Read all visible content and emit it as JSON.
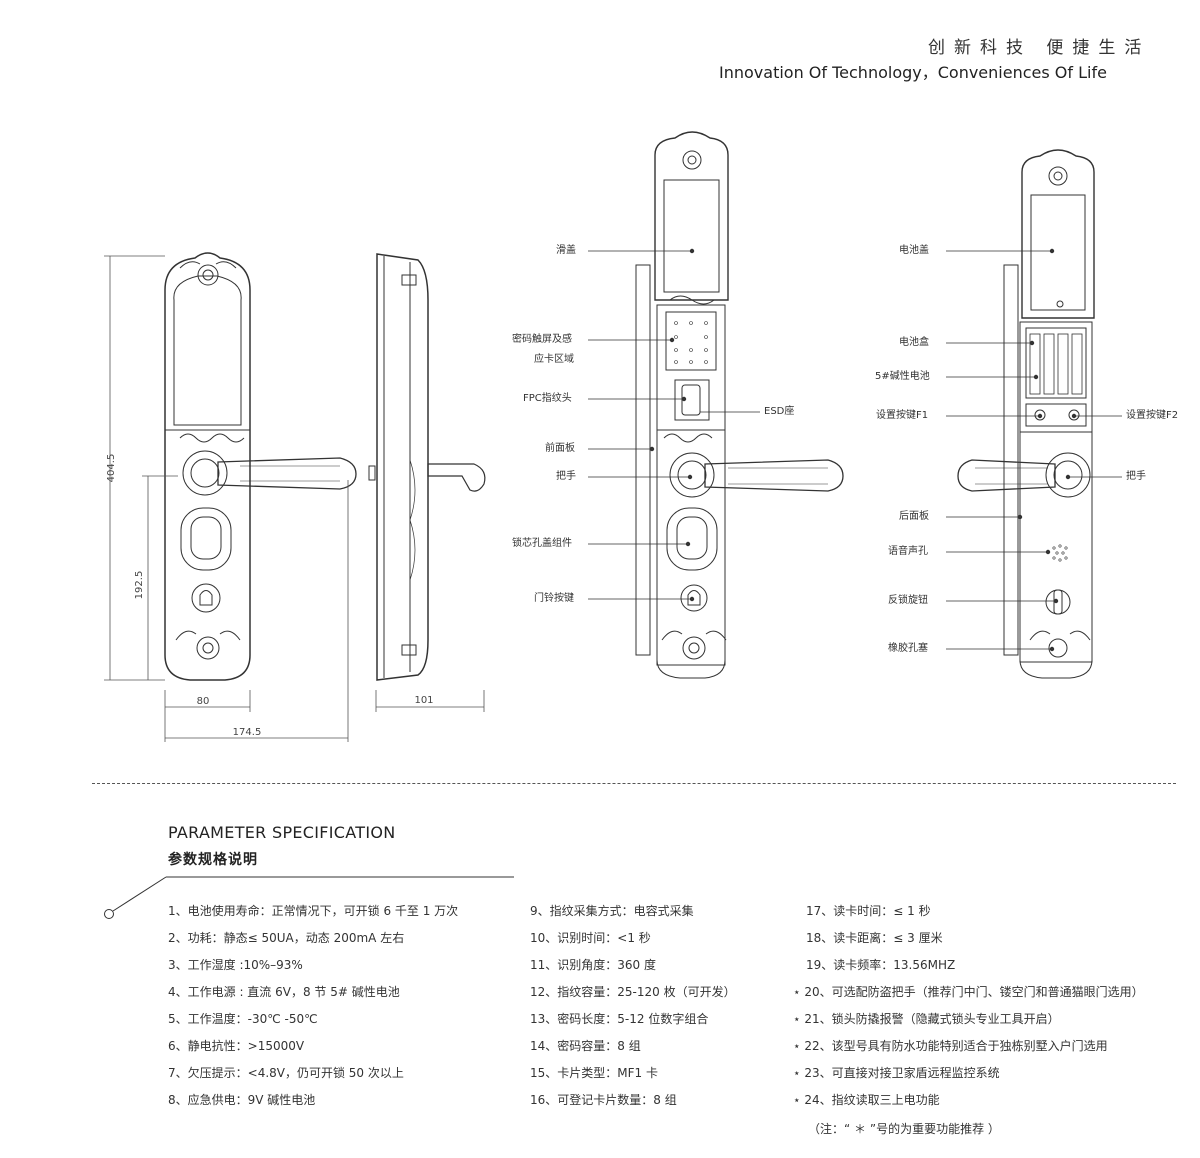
{
  "header": {
    "slogan_cn": "创新科技 便捷生活",
    "slogan_en": "Innovation Of Technology，Conveniences Of Life"
  },
  "dimensions": {
    "height_total": "404.5",
    "height_handle": "192.5",
    "width_front": "80",
    "width_total": "174.5",
    "depth_side": "101"
  },
  "front_labels": [
    "滑盖",
    "密码触屏及感",
    "应卡区域",
    "FPC指纹头",
    "ESD座",
    "前面板",
    "把手",
    "锁芯孔盖组件",
    "门铃按键"
  ],
  "back_labels": [
    "电池盖",
    "电池盒",
    "5#碱性电池",
    "设置按键F1",
    "设置按键F2",
    "把手",
    "后面板",
    "语音声孔",
    "反锁旋钮",
    "橡胶孔塞"
  ],
  "spec": {
    "title_en": "PARAMETER SPECIFICATION",
    "title_cn": "参数规格说明",
    "col1": [
      "1、电池使用寿命：正常情况下，可开锁 6 千至 1 万次",
      "2、功耗：静态≤ 50UA，动态 200mA 左右",
      "3、工作湿度 :10%–93%",
      "4、工作电源 : 直流 6V，8 节 5# 碱性电池",
      "5、工作温度：-30℃ -50℃",
      "6、静电抗性：>15000V",
      "7、欠压提示：<4.8V，仍可开锁 50 次以上",
      "8、应急供电：9V 碱性电池"
    ],
    "col2": [
      "9、指纹采集方式：电容式采集",
      "10、识别时间：<1 秒",
      "11、识别角度：360 度",
      "12、指纹容量：25-120 枚（可开发）",
      "13、密码长度：5-12 位数字组合",
      "14、密码容量：8 组",
      "15、卡片类型：MF1 卡",
      "16、可登记卡片数量：8 组"
    ],
    "col3": [
      "17、读卡时间：≤ 1 秒",
      "18、读卡距离：≤ 3 厘米",
      "19、读卡频率：13.56MHZ",
      "⋆ 20、可选配防盗把手（推荐门中门、镂空门和普通猫眼门选用）",
      "⋆ 21、锁头防撬报警（隐藏式锁头专业工具开启）",
      "⋆ 22、该型号具有防水功能特别适合于独栋别墅入户门选用",
      "⋆ 23、可直接对接卫家盾远程监控系统",
      "⋆ 24、指纹读取三上电功能"
    ],
    "note": "（注：“ ＊ ”号的为重要功能推荐 ）"
  }
}
